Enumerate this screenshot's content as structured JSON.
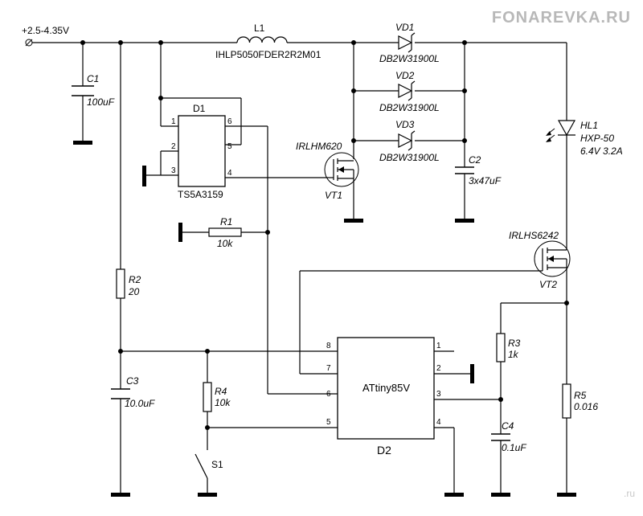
{
  "watermark": "FONAREVKA.RU",
  "watermark_corner": ".ru",
  "supply": {
    "label": "+2.5-4.35V"
  },
  "L1": {
    "ref": "L1",
    "part": "IHLP5050FDER2R2M01"
  },
  "C1": {
    "ref": "C1",
    "value": "100uF"
  },
  "C2": {
    "ref": "C2",
    "value": "3x47uF"
  },
  "C3": {
    "ref": "C3",
    "value": "10.0uF"
  },
  "C4": {
    "ref": "C4",
    "value": "0.1uF"
  },
  "VD1": {
    "ref": "VD1",
    "part": "DB2W31900L"
  },
  "VD2": {
    "ref": "VD2",
    "part": "DB2W31900L"
  },
  "VD3": {
    "ref": "VD3",
    "part": "DB2W31900L"
  },
  "D1": {
    "ref": "D1",
    "part": "TS5A3159",
    "pins": [
      "1",
      "2",
      "3",
      "4",
      "5",
      "6"
    ]
  },
  "VT1": {
    "ref": "VT1",
    "part": "IRLHM620"
  },
  "VT2": {
    "ref": "VT2",
    "part": "IRLHS6242"
  },
  "HL1": {
    "ref": "HL1",
    "part": "HXP-50",
    "rating": "6.4V 3.2A"
  },
  "R1": {
    "ref": "R1",
    "value": "10k"
  },
  "R2": {
    "ref": "R2",
    "value": "20"
  },
  "R3": {
    "ref": "R3",
    "value": "1k"
  },
  "R4": {
    "ref": "R4",
    "value": "10k"
  },
  "R5": {
    "ref": "R5",
    "value": "0.016"
  },
  "S1": {
    "ref": "S1"
  },
  "D2": {
    "ref": "D2",
    "part": "ATtiny85V",
    "pins": [
      "1",
      "2",
      "3",
      "4",
      "5",
      "6",
      "7",
      "8"
    ]
  }
}
